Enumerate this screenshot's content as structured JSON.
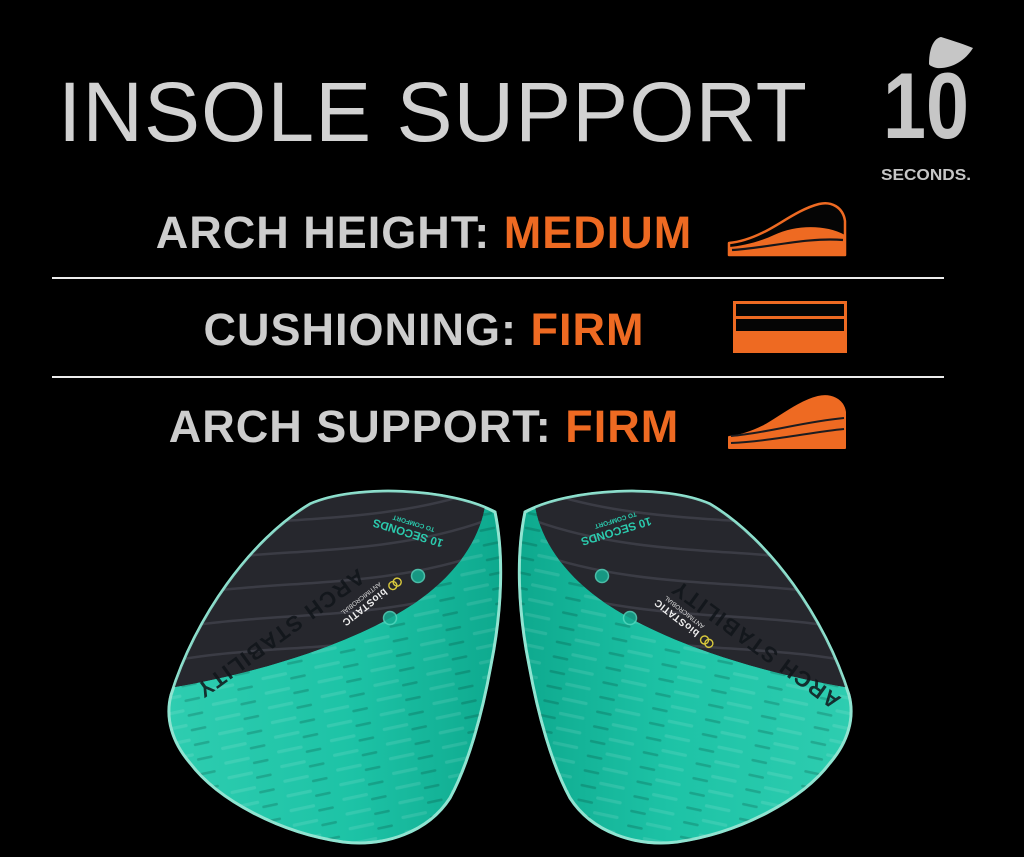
{
  "title": "INSOLE SUPPORT",
  "brand": {
    "number": "10",
    "name": "SECONDS."
  },
  "specs": [
    {
      "label": "ARCH HEIGHT:",
      "value": "MEDIUM",
      "icon": "arch-height-medium-icon"
    },
    {
      "label": "CUSHIONING:",
      "value": "FIRM",
      "icon": "cushioning-firm-icon"
    },
    {
      "label": "ARCH SUPPORT:",
      "value": "FIRM",
      "icon": "arch-support-firm-icon"
    }
  ],
  "insole_print": {
    "primary": "ARCH STABILITY",
    "brand_line": "10 SECONDS",
    "brand_sub": "TO COMFORT",
    "tech": "bioSTATIC",
    "tech_sub": "ANTIMICROBIAL"
  },
  "colors": {
    "background": "#000000",
    "accent_orange": "#EE6A22",
    "heading_gray": "#D2D2D2",
    "logo_gray": "#C6C6C6",
    "divider_gray": "#EDEDED",
    "insole_teal": "#1DC3A6",
    "insole_rim_teal": "#8FE3D0",
    "insole_heel_dark": "#26272D"
  }
}
